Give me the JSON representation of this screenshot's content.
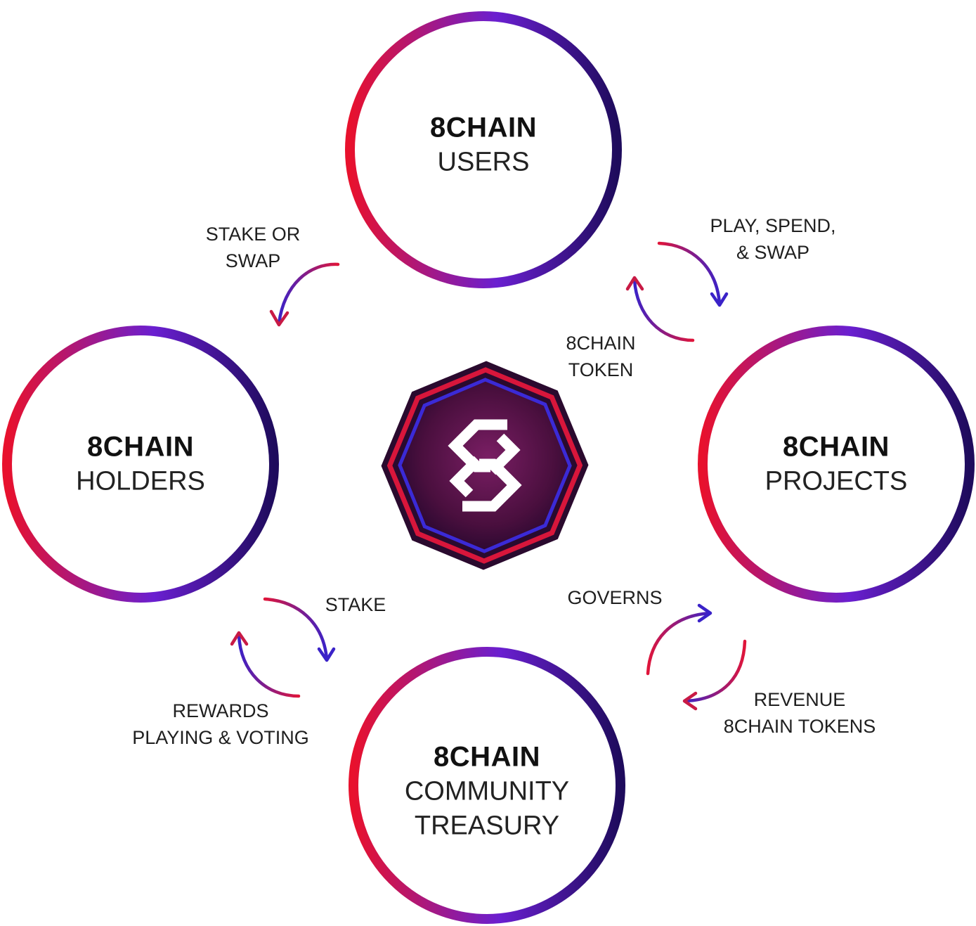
{
  "nodes": {
    "users": {
      "brand": "8CHAIN",
      "role_lines": [
        "USERS"
      ]
    },
    "holders": {
      "brand": "8CHAIN",
      "role_lines": [
        "HOLDERS"
      ]
    },
    "projects": {
      "brand": "8CHAIN",
      "role_lines": [
        "PROJECTS"
      ]
    },
    "treasury": {
      "brand": "8CHAIN",
      "role_lines": [
        "COMMUNITY",
        "TREASURY"
      ]
    }
  },
  "flows": {
    "users_to_holders": {
      "lines": [
        "STAKE OR",
        "SWAP"
      ]
    },
    "users_to_projects": {
      "lines": [
        "PLAY, SPEND,",
        "& SWAP"
      ]
    },
    "projects_to_users": {
      "lines": [
        "8CHAIN",
        "TOKEN"
      ]
    },
    "holders_to_treasury": {
      "lines": [
        "STAKE"
      ]
    },
    "treasury_to_holders": {
      "lines": [
        "REWARDS",
        "PLAYING & VOTING"
      ]
    },
    "treasury_to_projects": {
      "lines": [
        "GOVERNS"
      ]
    },
    "projects_to_treasury": {
      "lines": [
        "REVENUE",
        "8CHAIN TOKENS"
      ]
    }
  },
  "logo": {
    "icon": "8chain-logo-icon"
  },
  "colors": {
    "ring_start": "#e8112d",
    "ring_mid": "#6a1fd0",
    "ring_end": "#1e0b5c",
    "logo_bg": "#5b1248"
  }
}
